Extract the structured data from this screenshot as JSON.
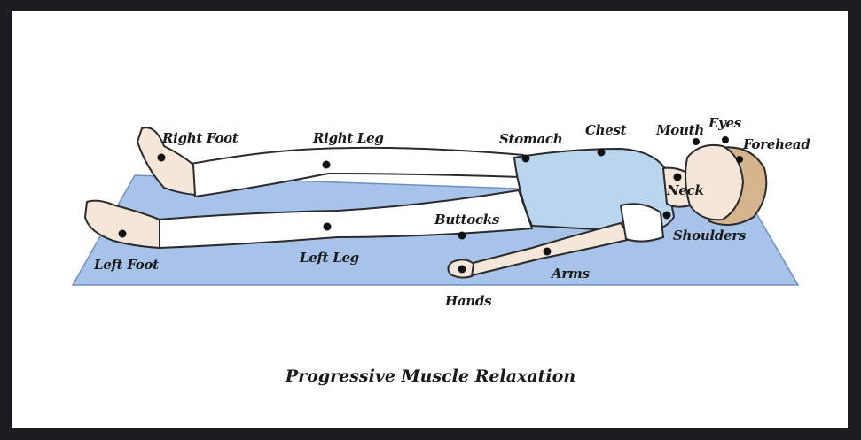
{
  "caption": "Progressive Muscle Relaxation",
  "labels": {
    "right_foot": "Right Foot",
    "right_leg": "Right Leg",
    "stomach": "Stomach",
    "chest": "Chest",
    "mouth": "Mouth",
    "eyes": "Eyes",
    "forehead": "Forehead",
    "neck": "Neck",
    "shoulders": "Shoulders",
    "buttocks": "Buttocks",
    "arms": "Arms",
    "hands": "Hands",
    "left_leg": "Left Leg",
    "left_foot": "Left Foot"
  },
  "colors": {
    "mat": "#a7c3ea",
    "shirt": "#b9d6ee",
    "pants": "#ffffff",
    "skin": "#f5e6da",
    "hair": "#d6b48d",
    "outline": "#2b2b2b",
    "dot": "#111111"
  }
}
